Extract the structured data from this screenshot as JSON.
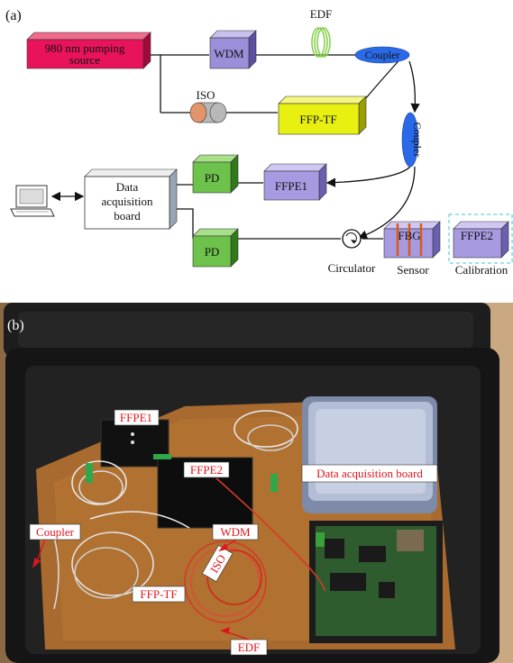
{
  "panel_a": {
    "label": "(a)",
    "components": {
      "pump_line1": "980 nm pumping",
      "pump_line2": "source",
      "wdm": "WDM",
      "edf": "EDF",
      "coupler1": "Coupler",
      "coupler2": "Coupler",
      "iso": "ISO",
      "ffp_tf": "FFP-TF",
      "daq_line1": "Data",
      "daq_line2": "acquisition",
      "daq_line3": "board",
      "pd1": "PD",
      "pd2": "PD",
      "ffpe1": "FFPE1",
      "fbg": "FBG",
      "ffpe2": "FFPE2",
      "circulator": "Circulator",
      "sensor": "Sensor",
      "calibration": "Calibration"
    },
    "colors": {
      "pump": "#e8135a",
      "wdm": "#9a8fd8",
      "ffp_tf": "#e8f012",
      "pd": "#6cc24a",
      "ffpe": "#a79ae0",
      "coupler": "#2a6ae8",
      "iso": "#e2956a",
      "edf": "#88d050",
      "daq": "#ffffff",
      "calib_box": "#40c4d8"
    }
  },
  "panel_b": {
    "label": "(b)",
    "labels": {
      "ffpe1": "FFPE1",
      "ffpe2": "FFPE2",
      "daq": "Data acquisition board",
      "coupler": "Coupler",
      "wdm": "WDM",
      "iso": "ISO",
      "ffp_tf": "FFP-TF",
      "edf": "EDF"
    }
  }
}
